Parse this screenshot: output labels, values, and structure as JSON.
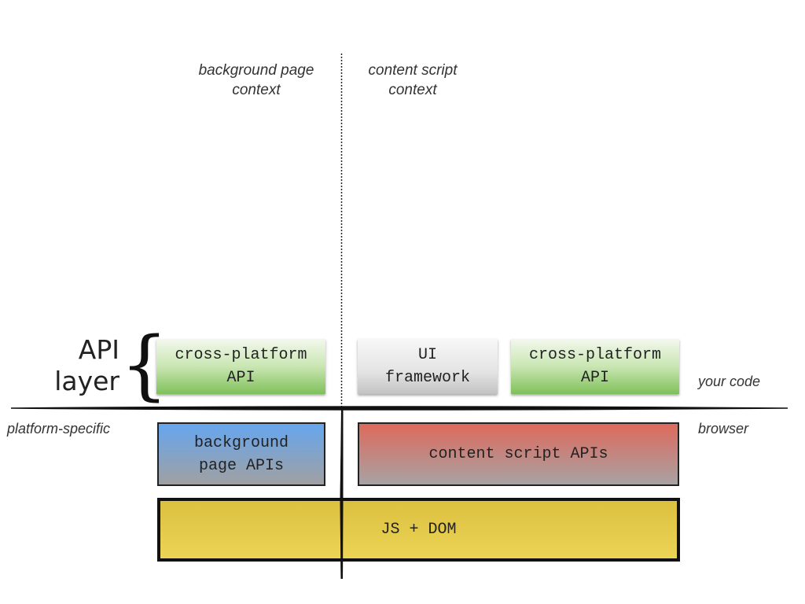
{
  "contexts": {
    "background": "background page\ncontext",
    "content": "content script\ncontext"
  },
  "api_layer_label": "API\nlayer",
  "side_labels": {
    "your_code": "your code",
    "platform_specific": "platform-specific",
    "browser": "browser"
  },
  "boxes": {
    "cross_platform_bg": "cross-platform\nAPI",
    "ui_framework": "UI\nframework",
    "cross_platform_cs": "cross-platform\nAPI",
    "background_page_apis": "background\npage APIs",
    "content_script_apis": "content script APIs",
    "js_dom": "JS + DOM"
  },
  "colors": {
    "cross_platform": "#7fc05a",
    "ui_framework": "#d8d8d8",
    "background_apis": "#66a6ee",
    "content_script_apis": "#dd6a5c",
    "js_dom": "#e6cd4c"
  }
}
